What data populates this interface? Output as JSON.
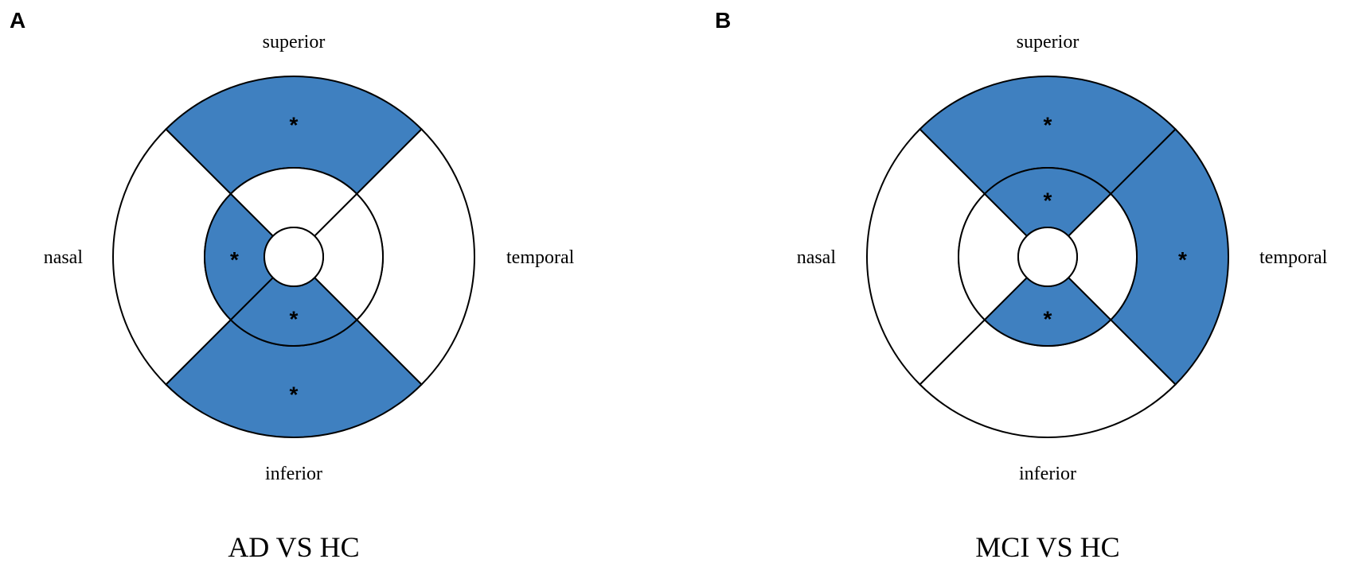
{
  "colors": {
    "significant": "#3f80c0",
    "not_significant": "#ffffff",
    "outline": "#000000"
  },
  "panels": [
    {
      "letter": "A",
      "caption": "AD VS HC",
      "labels": {
        "superior": "superior",
        "inferior": "inferior",
        "nasal": "nasal",
        "temporal": "temporal"
      },
      "marker": "*",
      "sectors": {
        "outer": {
          "superior": true,
          "temporal": false,
          "inferior": true,
          "nasal": false
        },
        "inner": {
          "superior": false,
          "temporal": false,
          "inferior": true,
          "nasal": true
        }
      }
    },
    {
      "letter": "B",
      "caption": "MCI VS HC",
      "labels": {
        "superior": "superior",
        "inferior": "inferior",
        "nasal": "nasal",
        "temporal": "temporal"
      },
      "marker": "*",
      "sectors": {
        "outer": {
          "superior": true,
          "temporal": true,
          "inferior": false,
          "nasal": false
        },
        "inner": {
          "superior": true,
          "temporal": false,
          "inferior": true,
          "nasal": false
        }
      }
    }
  ]
}
